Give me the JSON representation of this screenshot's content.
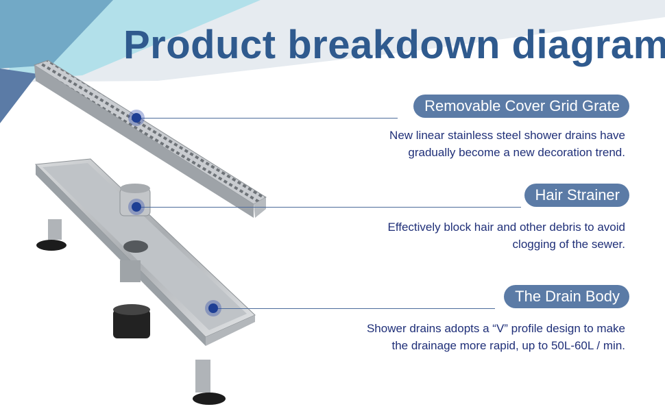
{
  "title": "Product breakdown diagram",
  "parts": [
    {
      "label": "Removable Cover Grid Grate",
      "description_lines": [
        "New linear stainless steel shower drains have",
        "gradually become a new decoration trend."
      ]
    },
    {
      "label": "Hair Strainer",
      "description_lines": [
        "Effectively block hair and other debris to avoid",
        "clogging of the sewer."
      ]
    },
    {
      "label": "The Drain Body",
      "description_lines": [
        "Shower drains adopts a “V” profile design to make",
        "the drainage more rapid, up to 50L-60L / min."
      ]
    }
  ],
  "colors": {
    "title": "#2f5a8e",
    "pill": "#5b7ba6",
    "description": "#1f2f78",
    "marker": "#1e3f94"
  }
}
